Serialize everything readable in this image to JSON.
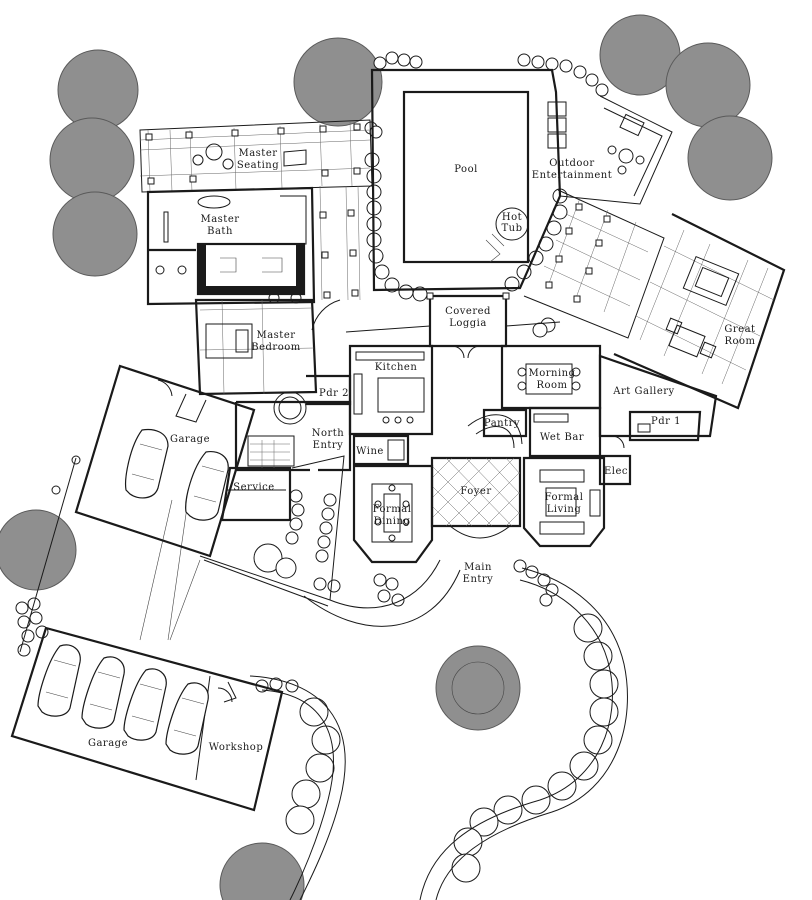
{
  "rooms": {
    "master_seating": [
      "Master",
      "Seating"
    ],
    "master_bath": [
      "Master",
      "Bath"
    ],
    "master_bedroom": [
      "Master",
      "Bedroom"
    ],
    "pool": "Pool",
    "hot_tub": [
      "Hot",
      "Tub"
    ],
    "outdoor_entertainment": [
      "Outdoor",
      "Entertainment"
    ],
    "covered_loggia": [
      "Covered",
      "Loggia"
    ],
    "kitchen": "Kitchen",
    "morning_room": [
      "Morning",
      "Room"
    ],
    "art_gallery": "Art Gallery",
    "great_room": [
      "Great",
      "Room"
    ],
    "pdr2": "Pdr 2",
    "pdr1": "Pdr 1",
    "north_entry": [
      "North",
      "Entry"
    ],
    "garage_upper": "Garage",
    "service": "Service",
    "wine": "Wine",
    "pantry": "Pantry",
    "wet_bar": "Wet Bar",
    "elec": "Elec",
    "foyer": "Foyer",
    "formal_dining": [
      "Formal",
      "Dining"
    ],
    "formal_living": [
      "Formal",
      "Living"
    ],
    "main_entry": [
      "Main",
      "Entry"
    ],
    "garage_lower": "Garage",
    "workshop": "Workshop"
  }
}
